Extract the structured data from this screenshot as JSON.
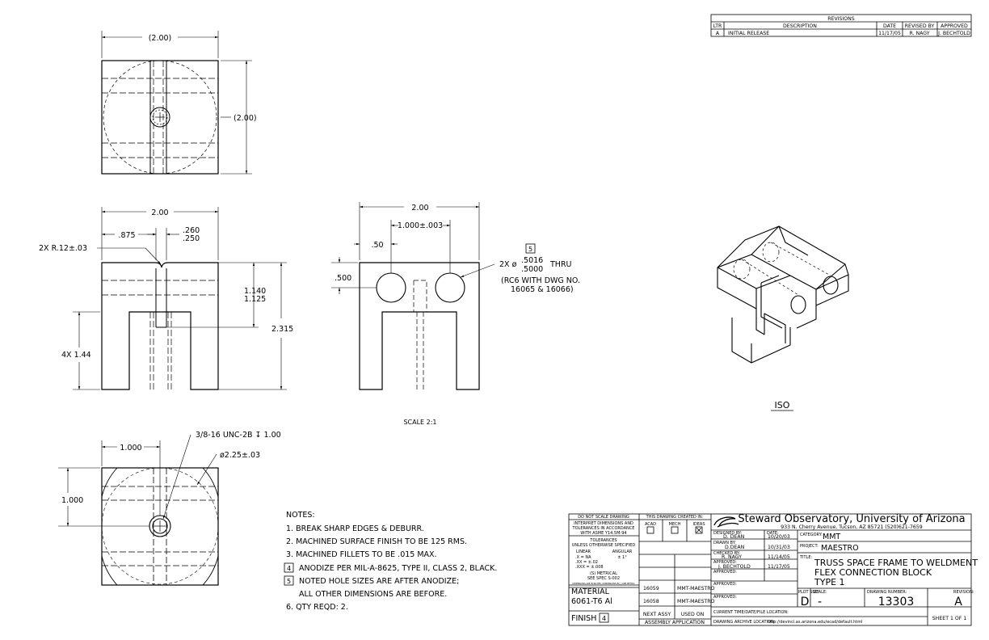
{
  "revisions": {
    "title": "REVISIONS",
    "headers": [
      "LTR",
      "DESCRIPTION",
      "DATE",
      "REVISED BY",
      "APPROVED"
    ],
    "rows": [
      {
        "ltr": "A",
        "description": "INITIAL RELEASE",
        "date": "11/17/05",
        "revised_by": "R. NAGY",
        "approved": "J. BECHTOLD"
      }
    ]
  },
  "top_view": {
    "width_dim": "(2.00)",
    "height_dim": "(2.00)"
  },
  "front_view": {
    "width_dim": "2.00",
    "dim_875": ".875",
    "slot_upper": ".260",
    "slot_lower": ".250",
    "radius_note": "2X R.12±.03",
    "slot_depth_upper": "1.140",
    "slot_depth_lower": "1.125",
    "height_dim": "2.315",
    "leg_dim": "4X 1.44"
  },
  "side_view": {
    "width_dim": "2.00",
    "hole_spacing": "1.000±.003",
    "hole_offset": ".50",
    "hole_height": ".500",
    "hole_flag": "5",
    "hole_callout_prefix": "2X ø",
    "hole_size_upper": ".5016",
    "hole_size_lower": ".5000",
    "hole_thru": "THRU",
    "hole_note_1": "(RC6 WITH DWG NO.",
    "hole_note_2": "16065 & 16066)",
    "scale_label": "SCALE 2:1"
  },
  "bottom_view": {
    "width_dim": "1.000",
    "height_dim": "1.000",
    "thread_note": "3/8-16 UNC-2B ↧ 1.00",
    "diameter_note": "ø2.25±.03"
  },
  "iso_label": "ISO",
  "notes": {
    "title": "NOTES:",
    "items": [
      {
        "text": "1. BREAK SHARP EDGES & DEBURR.",
        "flag": ""
      },
      {
        "text": "2. MACHINED SURFACE FINISH TO BE 125 RMS.",
        "flag": ""
      },
      {
        "text": "3. MACHINED FILLETS TO BE .015 MAX.",
        "flag": ""
      },
      {
        "text": "ANODIZE PER MIL-A-8625, TYPE II, CLASS 2, BLACK.",
        "flag": "4"
      },
      {
        "text": "NOTED HOLE SIZES ARE AFTER ANODIZE;",
        "flag": "5"
      },
      {
        "text": "ALL OTHER DIMENSIONS ARE BEFORE.",
        "flag": ""
      },
      {
        "text": "6. QTY REQD: 2.",
        "flag": ""
      }
    ]
  },
  "title_block": {
    "do_not_scale": "DO NOT SCALE DRAWING",
    "interpret_1": "INTERPRET DIMENSIONS AND",
    "interpret_2": "TOLERANCES IN ACCORDANCE",
    "interpret_3": "WITH ASME Y14.5M-94",
    "tolerances_title": "TOLERANCES",
    "tolerances_sub": "UNLESS OTHERWISE SPECIFIED",
    "linear_label": "LINEAR",
    "angular_label": "ANGULAR",
    "tol_x": ".X   = NA",
    "tol_xx": ".XX  = ±.02",
    "tol_xxx": ".XXX = ±.008",
    "tol_angle": "± 1°",
    "metrical": "(S) METRICAL",
    "see_spec": "SEE SPEC S-002",
    "fine_print": "DIMENSIONS ARE IN INCHES / DIMENSIONS IN [ ] ARE METRIC",
    "material_label": "MATERIAL",
    "material": "6061-T6 Al",
    "finish_label": "FINISH",
    "finish_flag": "4",
    "created_in": "THIS DRAWING CREATED IN:",
    "created_opts": [
      "ACAD",
      "MECH",
      "IDEAS"
    ],
    "created_checked": "IDEAS",
    "next_assy_rows": [
      {
        "assy": "16059",
        "used_on": "MMT-MAESTRO"
      },
      {
        "assy": "16058",
        "used_on": "MMT-MAESTRO"
      }
    ],
    "next_assy_label": "NEXT ASSY",
    "used_on_label": "USED ON",
    "application_label": "ASSEMBLY APPLICATION",
    "org_name": "Steward Observatory, University of Arizona",
    "org_address": "933 N. Cherry Avenue, Tucson, AZ  85721   (520)621-7659",
    "designed_by_label": "DESIGNED BY:",
    "designed_by": "D. DEAN",
    "designed_date_label": "DATE:",
    "designed_date": "10/20/03",
    "drawn_by_label": "DRAWN BY:",
    "drawn_by": "D.DEAN",
    "drawn_date": "10/31/03",
    "checked_by_label": "CHECKED BY:",
    "checked_by": "R. NAGY",
    "checked_date": "11/14/05",
    "approved_by_label": "APPROVED:",
    "approved_by": "J. BECHTOLD",
    "approved_date": "11/17/05",
    "approved_label": "APPROVED:",
    "category_label": "CATEGORY:",
    "category": "MMT",
    "project_label": "PROJECT:",
    "project": "MAESTRO",
    "title_label": "TITLE:",
    "title_line1": "TRUSS SPACE FRAME TO WELDMENT",
    "title_line2": "FLEX CONNECTION BLOCK",
    "title_line3": "TYPE 1",
    "plot_size_label": "PLOT SIZE",
    "plot_size": "D",
    "scale_label": "SCALE:",
    "scale": "-",
    "drawing_number_label": "DRAWING NUMBER:",
    "drawing_number": "13303",
    "revision_label": "REVISION:",
    "revision": "A",
    "current_file_label": "CURRENT TIME/DATE/FILE LOCATION:",
    "archive_label": "DRAWING ARCHIVE LOCATION:",
    "archive_location": "http://devinci.as.arizona.edu/ecad/default.html",
    "sheet_label": "SHEET 1 OF 1"
  },
  "colors": {
    "ink": "#000000",
    "paper": "#ffffff"
  }
}
